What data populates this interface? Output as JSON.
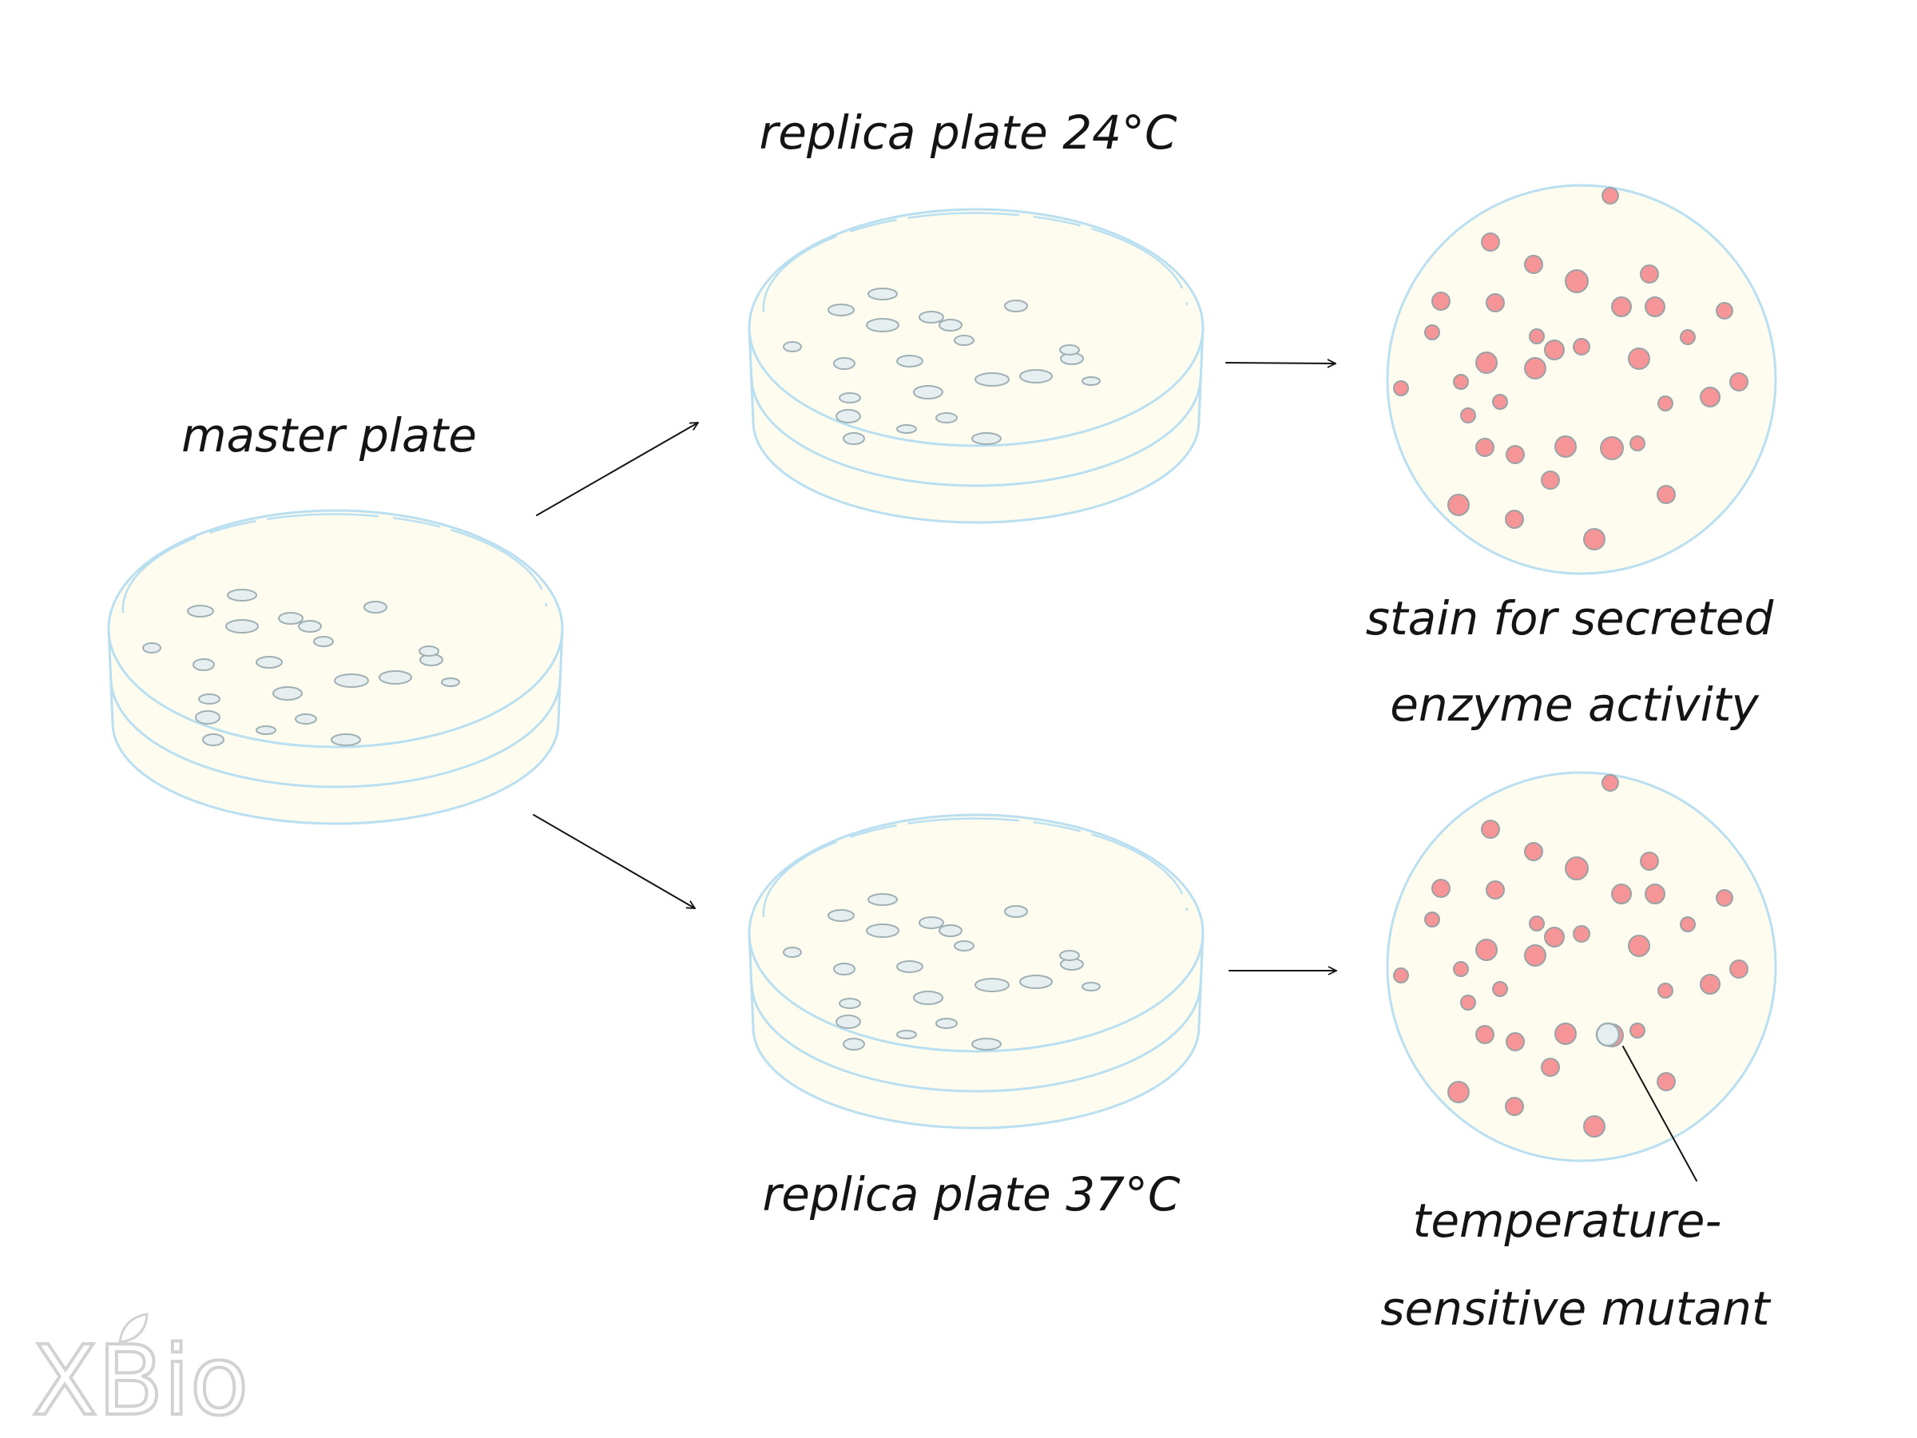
{
  "labels": {
    "master": "master plate",
    "replica_24": "replica plate 24°C",
    "replica_37": "replica plate 37°C",
    "stain_line1": "stain for secreted",
    "stain_line2": "enzyme activity",
    "mutant_line1": "temperature-",
    "mutant_line2": "sensitive mutant"
  },
  "logo": {
    "text": "XBio"
  },
  "colors": {
    "plate_fill": "#fdfcef",
    "plate_stroke": "#b9dff0",
    "colony_fill": "#e7eeef",
    "colony_stroke": "#9fb0b5",
    "stained_colony_fill": "#f59597",
    "stained_colony_stroke": "#9aa2a6",
    "ink": "#141414"
  }
}
